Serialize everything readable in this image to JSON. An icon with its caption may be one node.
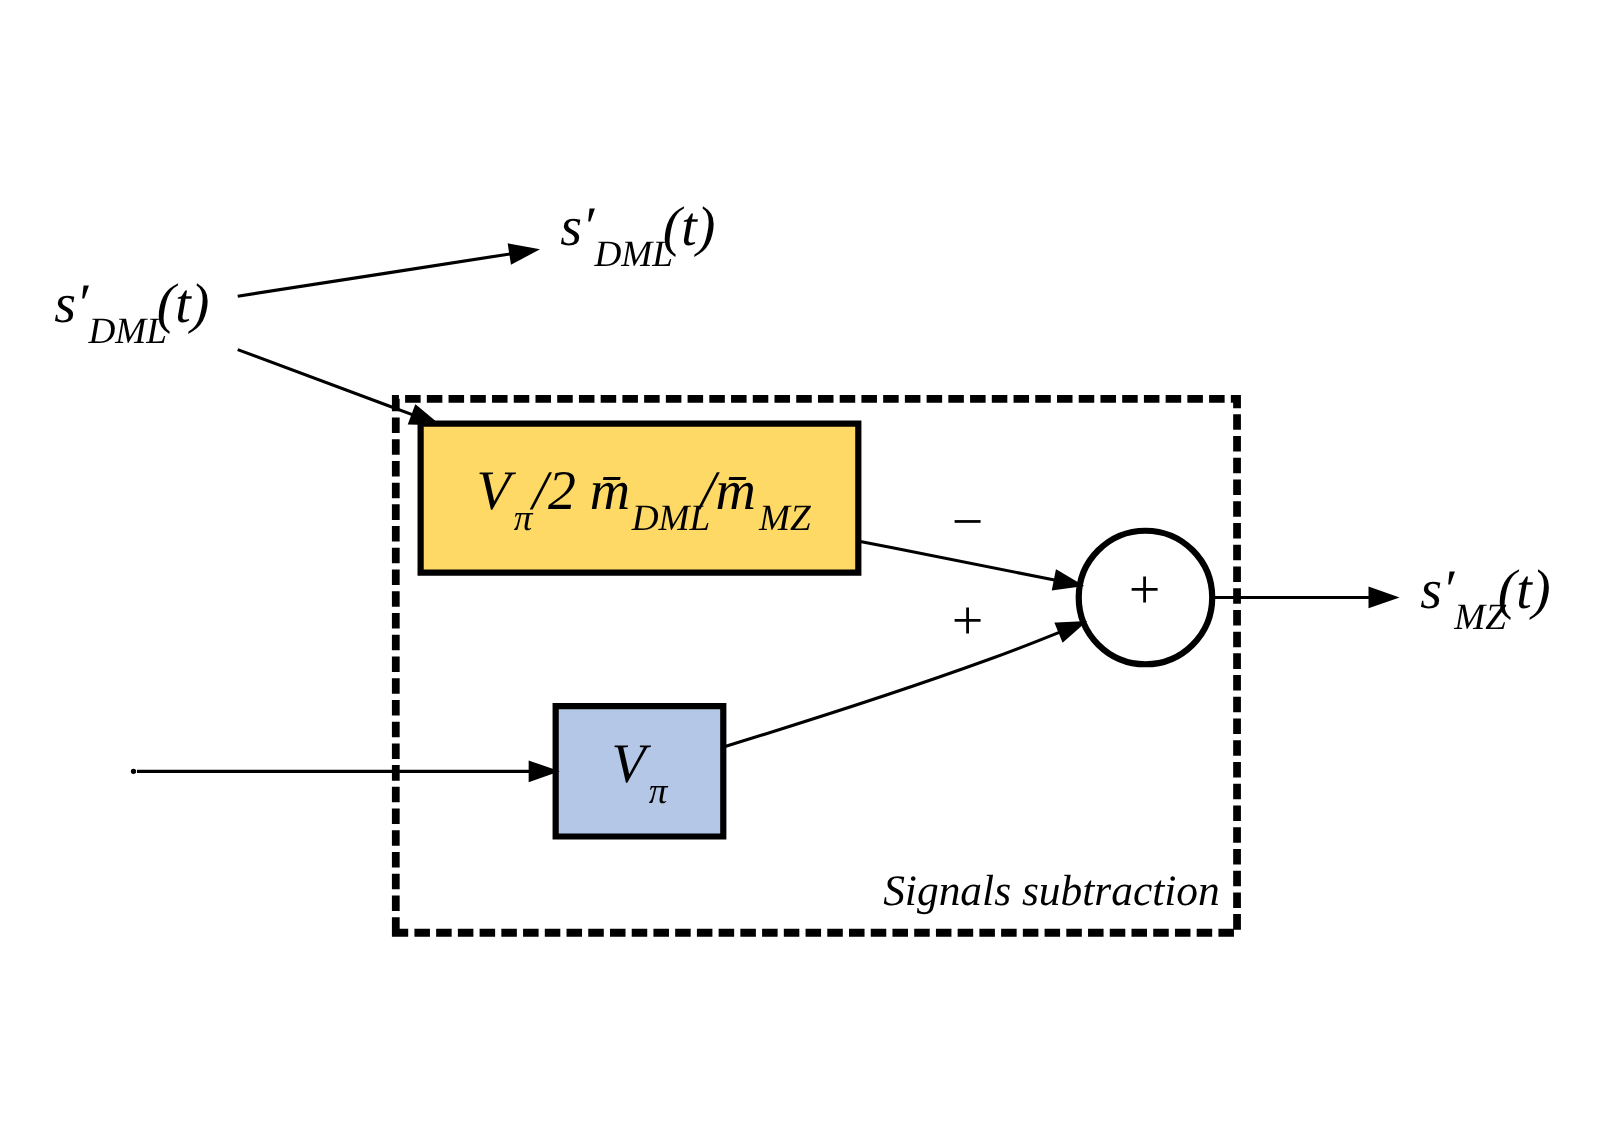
{
  "diagram": {
    "nodes": [
      {
        "text": [
          "Signals subtraction"
        ]
      },
      {
        "text": [
          "s′$_{DML}$(t)"
        ]
      },
      {
        "text": [
          "s′$_{DML}$(t)"
        ]
      },
      {
        "text": [
          "V$_{π}$/2 m̄$_{DML}$/m̄$_{MZ}$"
        ],
        "in": 0
      },
      {
        "text": [
          "V$_{π}$"
        ],
        "in": 0
      },
      {
        "text": [
          "+"
        ],
        "in": 0
      },
      {
        "text": [
          "s′$_{MZ}$(t)"
        ]
      }
    ],
    "edges": [
      {
        "from": 1,
        "to": 2,
        "arrow": "to"
      },
      {
        "from": 1,
        "to": 3,
        "arrow": "to"
      },
      {
        "from": 3,
        "to": 5,
        "arrow": "to",
        "label": "−"
      },
      {
        "from": null,
        "to": 4,
        "arrow": "to"
      },
      {
        "from": 4,
        "to": 5,
        "arrow": "to",
        "label": "+"
      },
      {
        "from": 5,
        "to": 6,
        "arrow": "to"
      }
    ]
  }
}
